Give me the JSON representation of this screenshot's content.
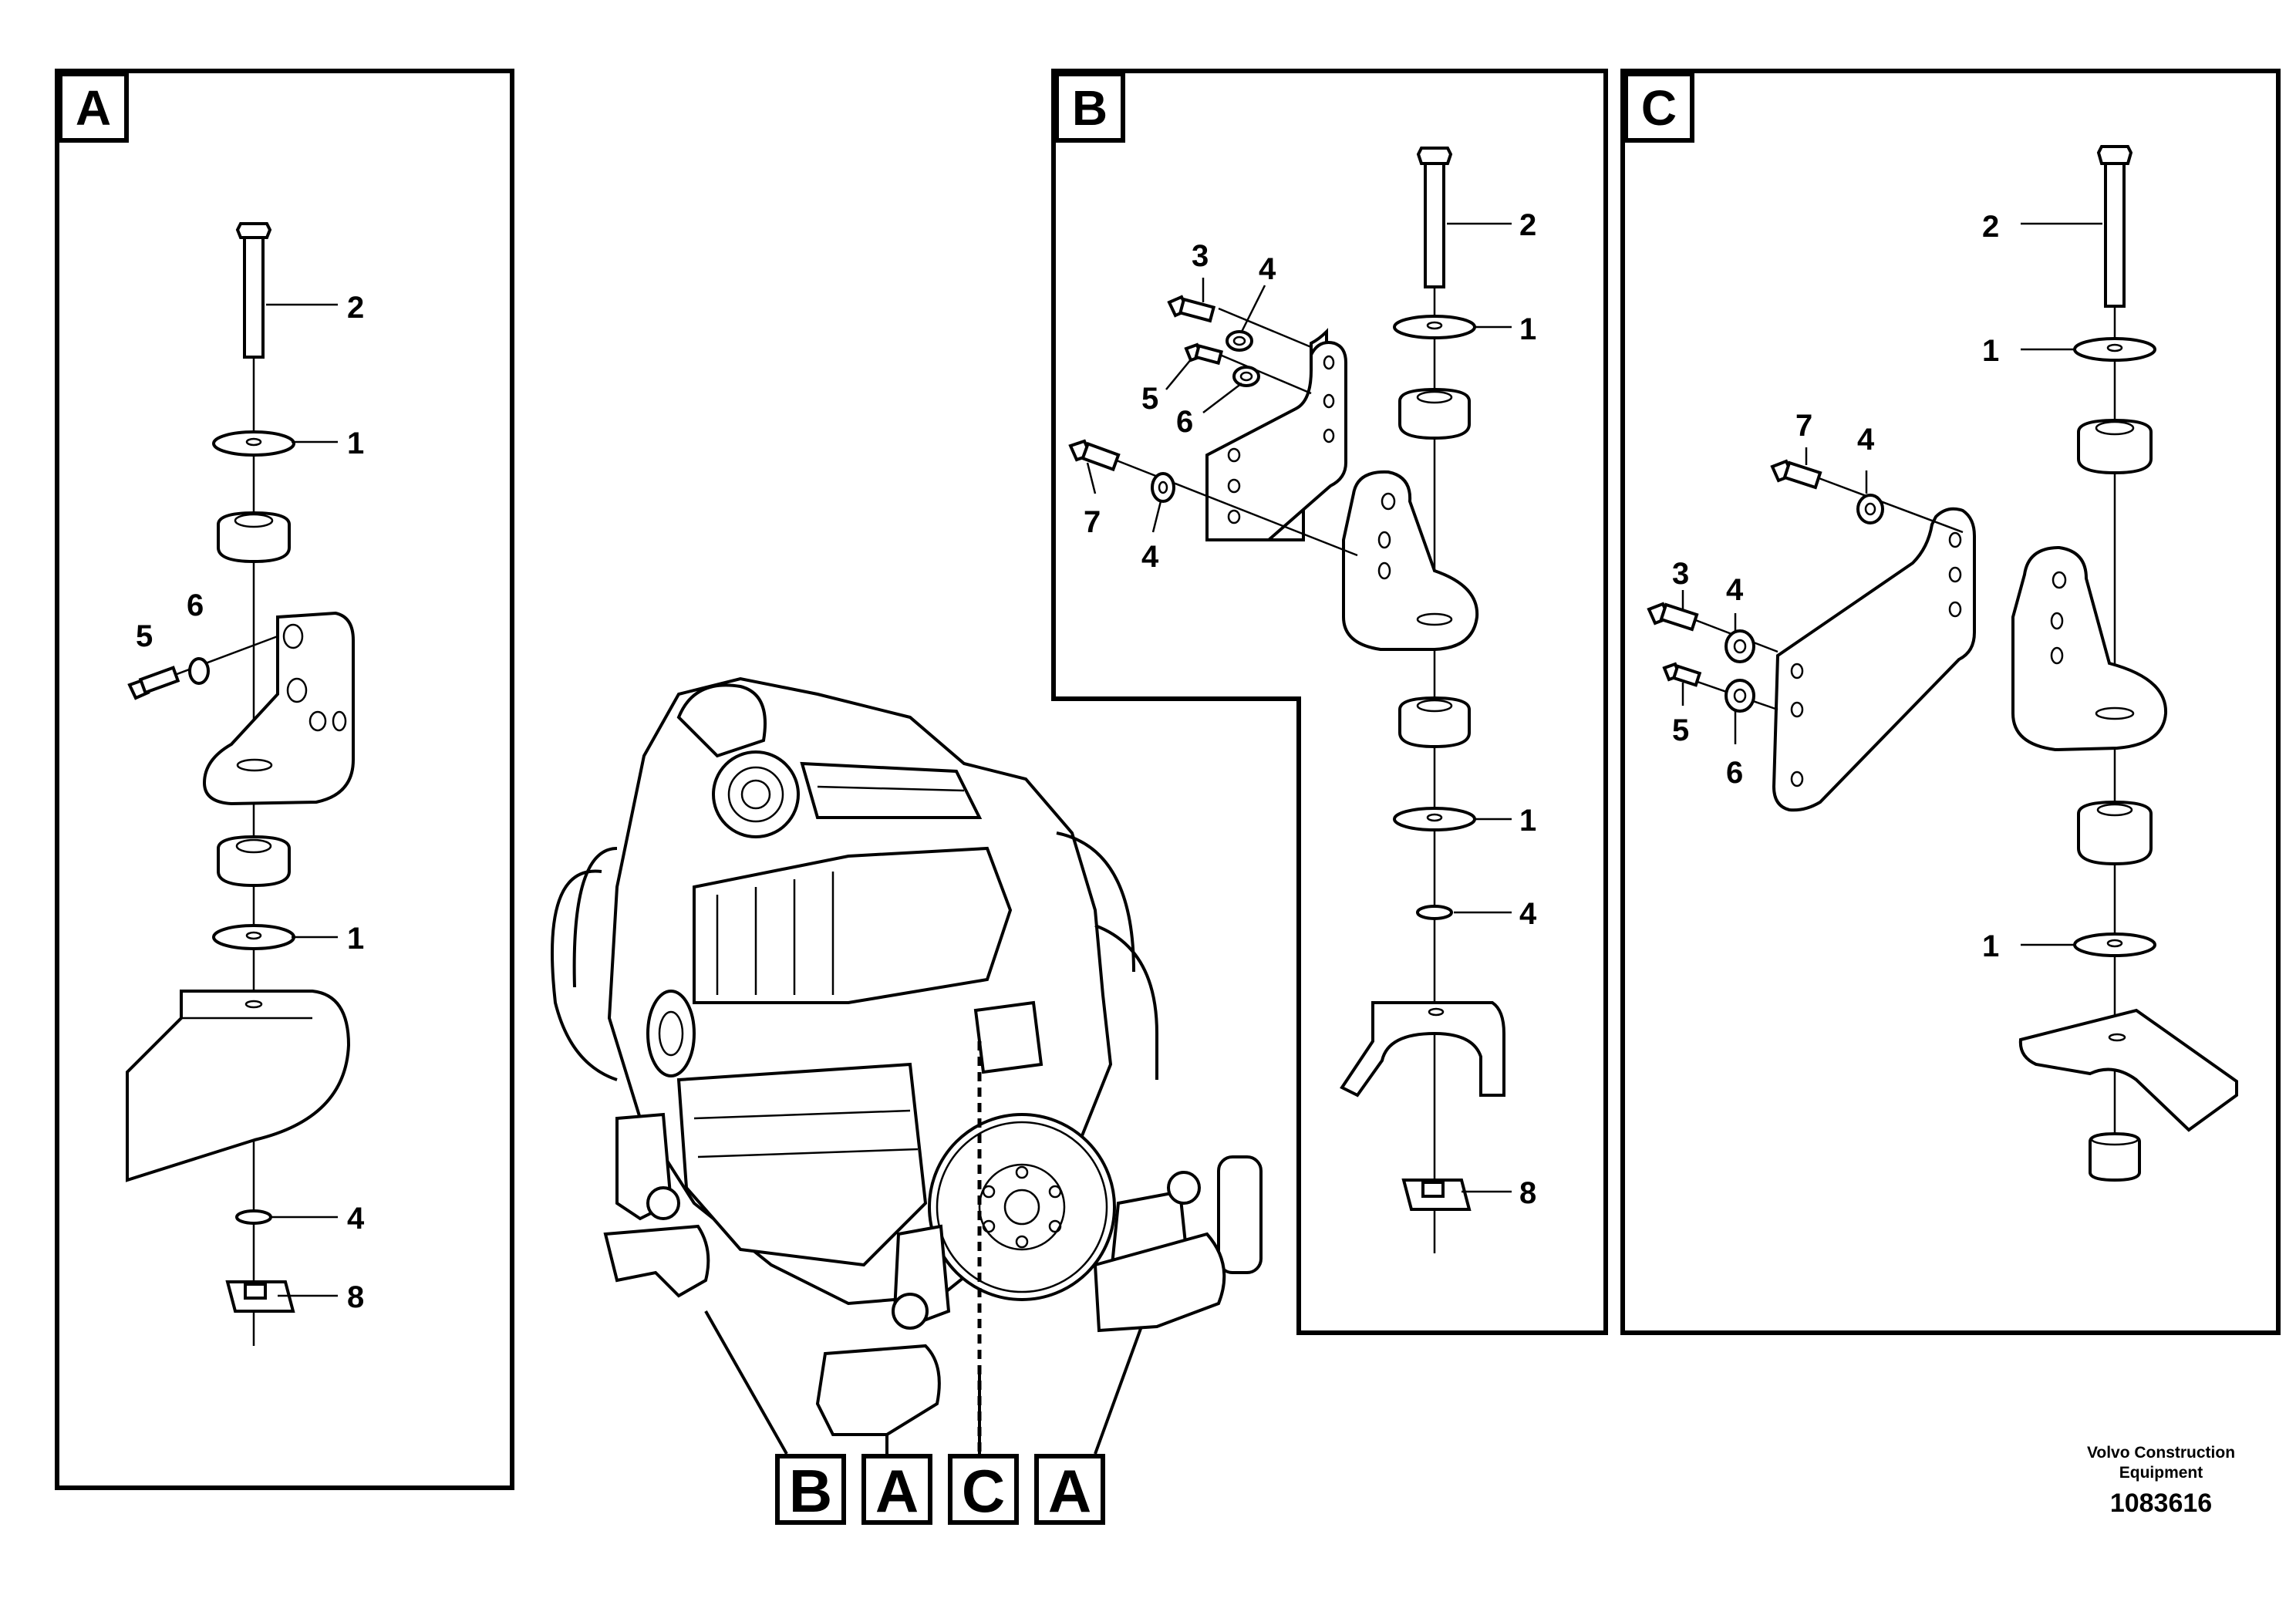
{
  "panels": {
    "a": {
      "letter": "A"
    },
    "b": {
      "letter": "B"
    },
    "c": {
      "letter": "C"
    }
  },
  "callouts": [
    "B",
    "A",
    "C",
    "A"
  ],
  "labels": {
    "a": [
      "2",
      "1",
      "6",
      "5",
      "1",
      "4",
      "8"
    ],
    "b": [
      "2",
      "1",
      "3",
      "4",
      "5",
      "6",
      "7",
      "4",
      "1",
      "4",
      "8"
    ],
    "c": [
      "2",
      "1",
      "7",
      "4",
      "3",
      "4",
      "5",
      "6",
      "1"
    ]
  },
  "footer": {
    "company_line1": "Volvo Construction",
    "company_line2": "Equipment",
    "drawing_number": "1083616"
  }
}
